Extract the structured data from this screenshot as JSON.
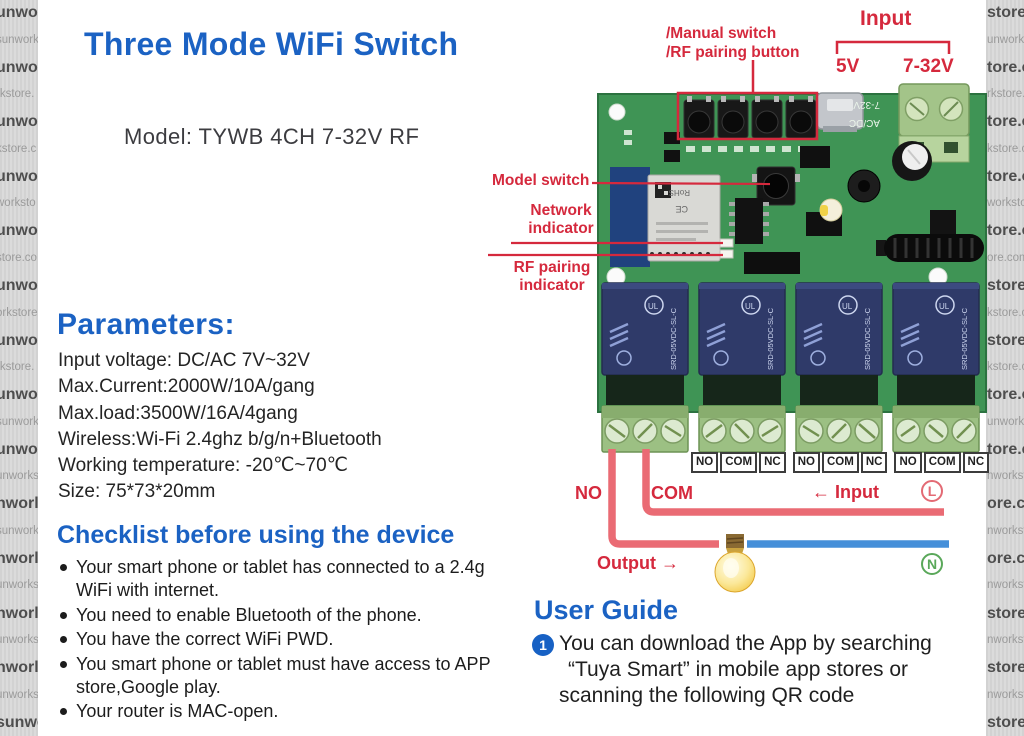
{
  "title": "Three Mode WiFi Switch",
  "model_line": "Model:  TYWB 4CH 7-32V RF",
  "colors": {
    "heading_blue": "#1b62c3",
    "annotation_red": "#d5293d",
    "wire_red": "#ea6b74",
    "wire_blue": "#458fd9",
    "pcb_green": "#3f9455",
    "relay_navy": "#2f3a69"
  },
  "parameters": {
    "heading": "Parameters:",
    "lines": [
      "Input voltage:  DC/AC 7V~32V",
      "Max.Current:2000W/10A/gang",
      "Max.load:3500W/16A/4gang",
      "Wireless:Wi-Fi 2.4ghz b/g/n+Bluetooth",
      "Working temperature: -20℃~70℃",
      "Size: 75*73*20mm"
    ]
  },
  "checklist": {
    "heading": "Checklist before using the device",
    "items": [
      "Your smart phone or tablet has connected to a 2.4g WiFi with internet.",
      "You need to enable Bluetooth of the phone.",
      "You have the correct WiFi PWD.",
      "You smart phone or tablet must have access to APP store,Google play.",
      "Your router is MAC-open."
    ]
  },
  "user_guide": {
    "heading": "User Guide",
    "step_number": "1",
    "lines": [
      "You can download the App by searching",
      "“Tuya Smart”  in mobile app stores or",
      "scanning the following QR code"
    ]
  },
  "pcb": {
    "annotations": {
      "manual_switch_line1": "/Manual switch",
      "manual_switch_line2": "/RF pairing button",
      "input": "Input",
      "input_5v": "5V",
      "input_732v": "7-32V",
      "model_switch": "Model switch",
      "network_line1": "Network",
      "network_line2": "indicator",
      "rf_line1": "RF pairing",
      "rf_line2": "indicator",
      "no": "NO",
      "com": "COM",
      "input_arrow": "←  Input",
      "output_arrow": "Output  →",
      "live": "L",
      "neutral": "N"
    },
    "silkscreen": {
      "voltage": "7-32V",
      "acdc": "AC/DC"
    },
    "module_marks": {
      "rohs": "RoHS",
      "ce": "CE"
    },
    "relay_label": "SRD-05VDC-SL-C",
    "relay_brand": "UL",
    "terminal_labels": [
      "NO",
      "COM",
      "NC"
    ]
  },
  "watermarks": {
    "left": [
      "unwo",
      "sunwork",
      "unwor",
      "rkstore.",
      "unwor",
      "kstore.c",
      "unwor",
      "worksto",
      "unwor",
      "store.co",
      "unwo",
      "orkstore",
      "unwo",
      "rkstore.",
      "unwor",
      "sunworks",
      "unwor",
      "unworks",
      "nworl",
      "sunworks",
      "nworl",
      "unworks",
      "nworl",
      "unworks",
      "nworl",
      "unworks",
      "sunwo"
    ],
    "right": [
      "store.",
      "unworks",
      "tore.c",
      "rkstore.c",
      "tore.c",
      "kstore.ce",
      "tore.c",
      "worksto",
      "tore.c",
      "ore.com",
      "store.",
      "kstore.c",
      "store.",
      "kstore.c",
      "tore.c",
      "unworks",
      "tore.c",
      "nworkst",
      "ore.c",
      "nworksto",
      "ore.c",
      "nworkst",
      "store.",
      "nworksto",
      "store.",
      "nworkst",
      "store."
    ]
  }
}
